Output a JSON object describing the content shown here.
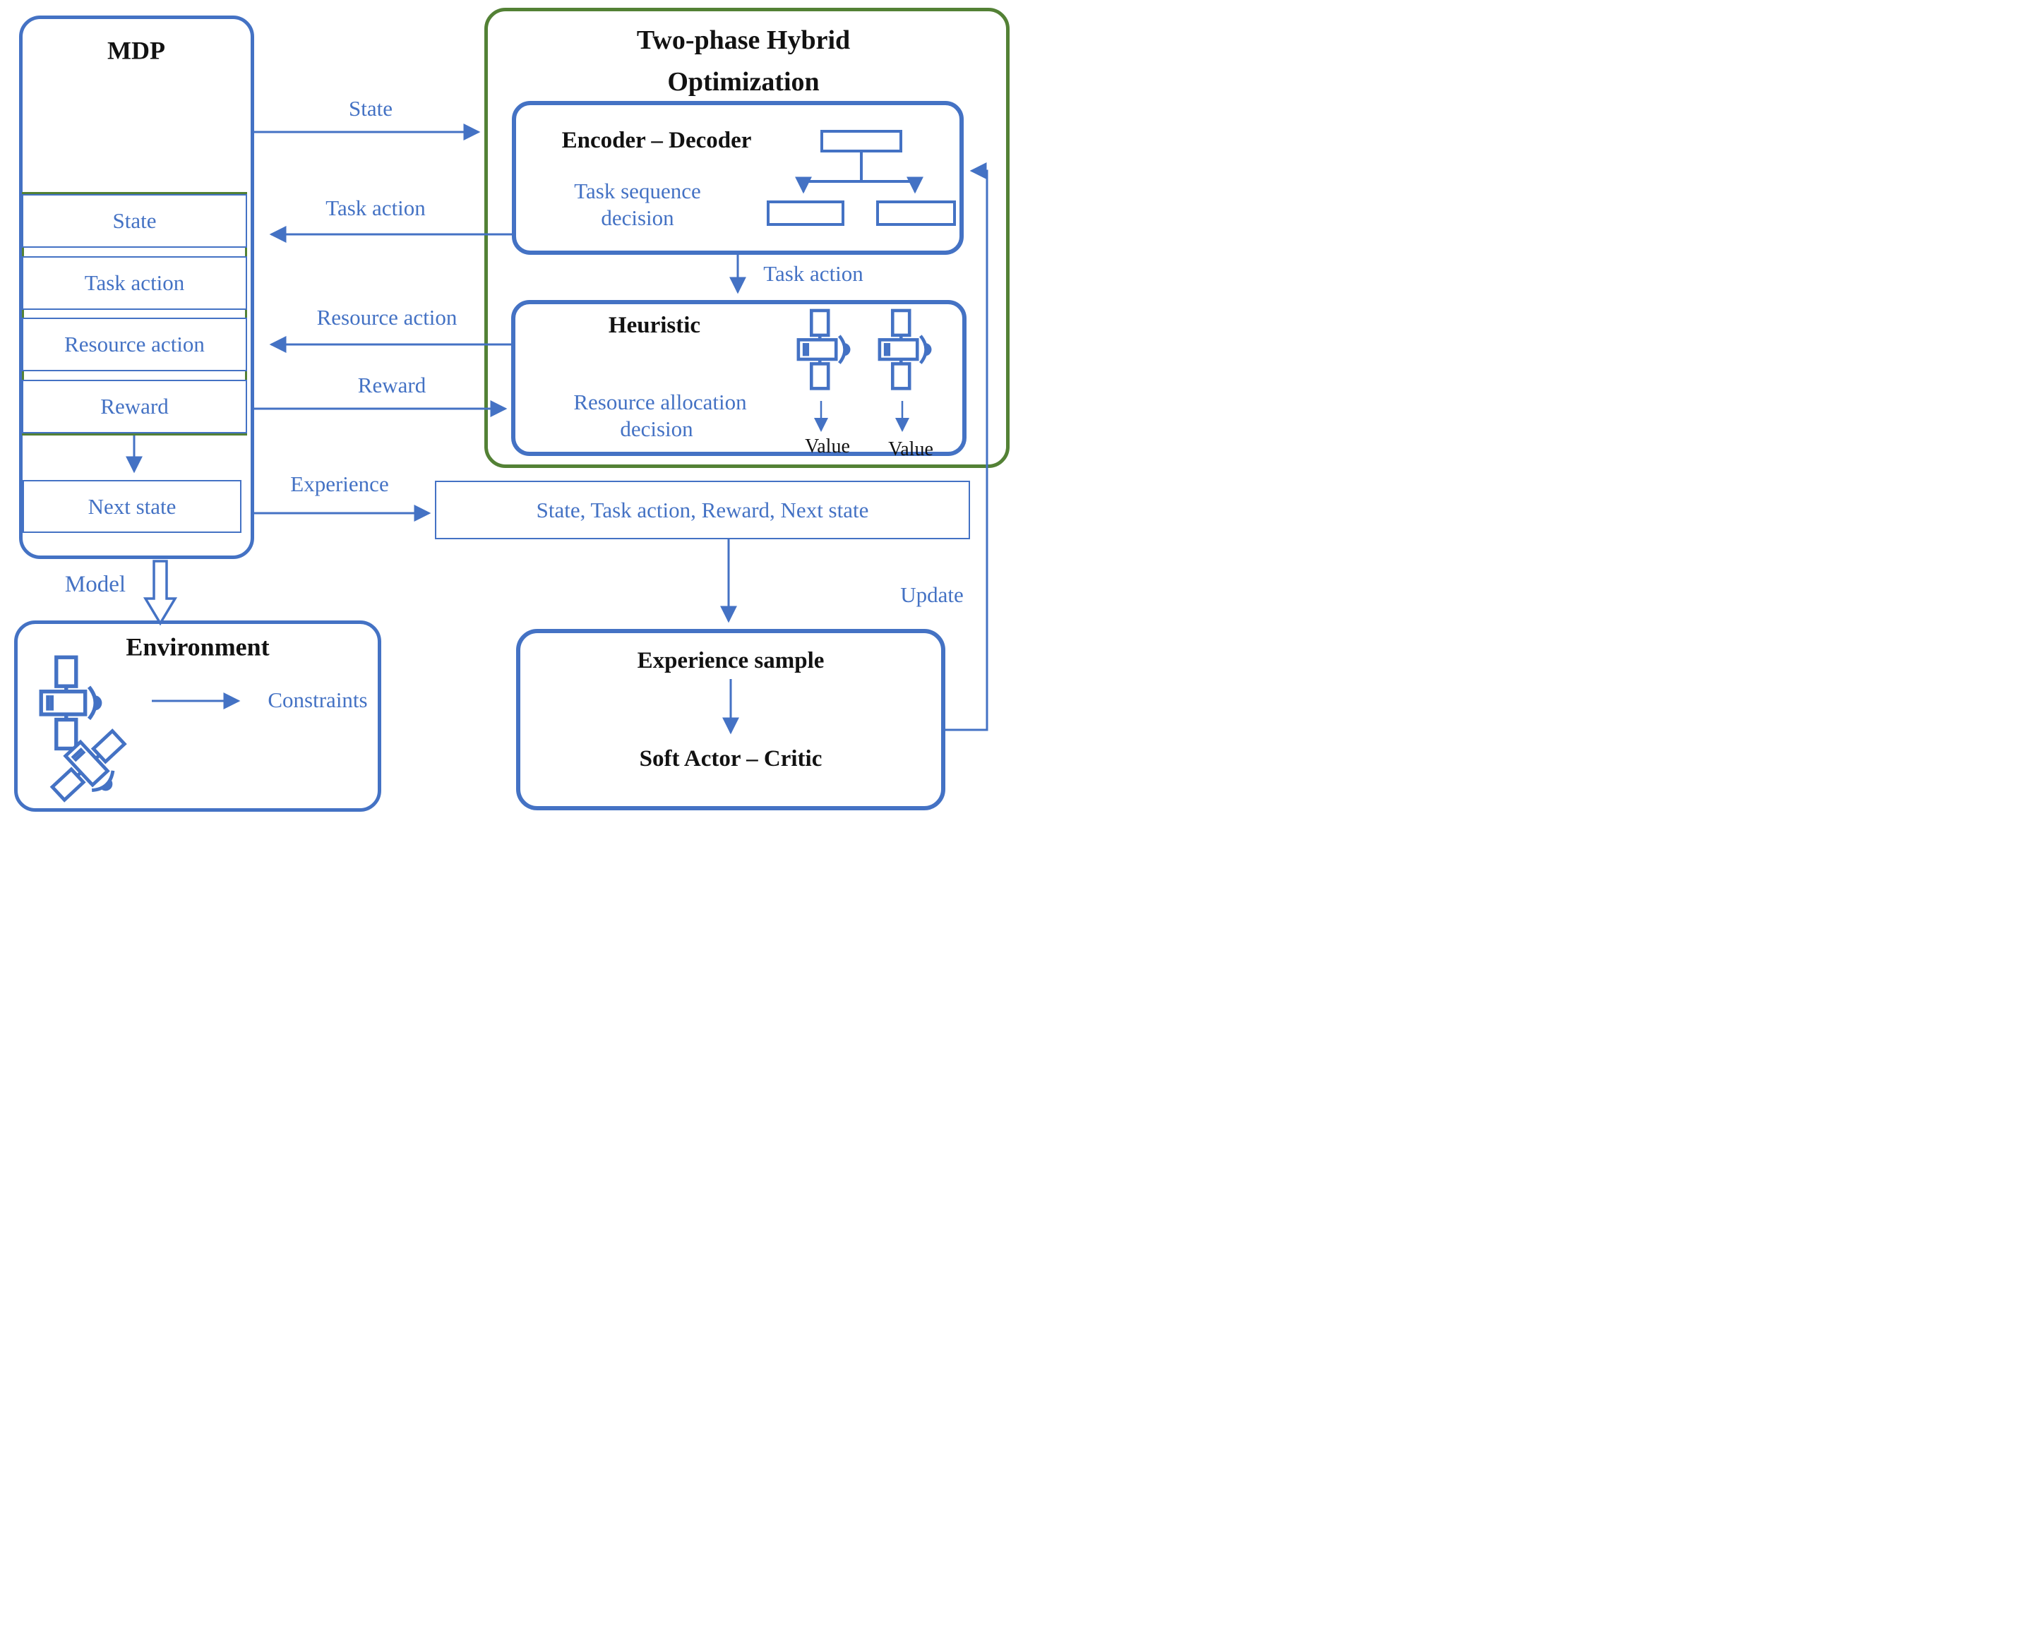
{
  "mdp": {
    "title": "MDP",
    "rows": [
      "State",
      "Task action",
      "Resource action",
      "Reward"
    ],
    "next_state": "Next state",
    "model_label": "Model"
  },
  "environment": {
    "title": "Environment",
    "constraints_label": "Constraints"
  },
  "optimization": {
    "title_line1": "Two-phase Hybrid",
    "title_line2": "Optimization",
    "task_action_label": "Task action",
    "encoder": {
      "title": "Encoder – Decoder",
      "subtitle_line1": "Task sequence",
      "subtitle_line2": "decision"
    },
    "heuristic": {
      "title": "Heuristic",
      "subtitle_line1": "Resource allocation",
      "subtitle_line2": "decision",
      "values": [
        "Value",
        "Value"
      ]
    }
  },
  "flows": {
    "state": "State",
    "task_action": "Task action",
    "resource_action": "Resource action",
    "reward": "Reward",
    "experience": "Experience",
    "update": "Update"
  },
  "experience_tuple": {
    "text": "State, Task action, Reward, Next state"
  },
  "sac": {
    "title": "Experience sample",
    "subtitle": "Soft Actor – Critic"
  },
  "colors": {
    "blue": "#4472C4",
    "green": "#538135"
  }
}
